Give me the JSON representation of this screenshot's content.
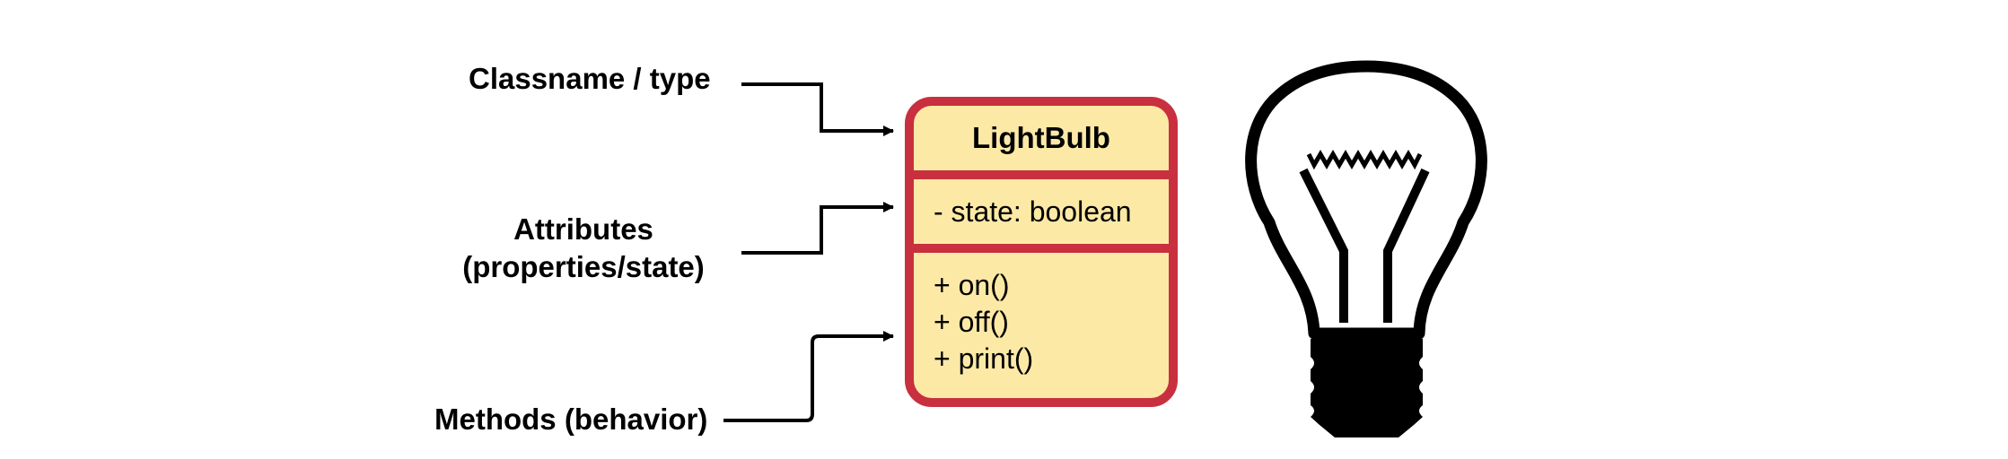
{
  "labels": {
    "classname": "Classname / type",
    "attributes_line1": "Attributes",
    "attributes_line2": "(properties/state)",
    "methods": "Methods (behavior)"
  },
  "uml_class": {
    "name": "LightBulb",
    "attributes": [
      "- state: boolean"
    ],
    "methods": [
      "+ on()",
      "+ off()",
      "+ print()"
    ]
  },
  "colors": {
    "class_border": "#c8303f",
    "class_fill": "#fde9a6",
    "text": "#000000"
  },
  "icons": [
    "lightbulb-icon"
  ]
}
